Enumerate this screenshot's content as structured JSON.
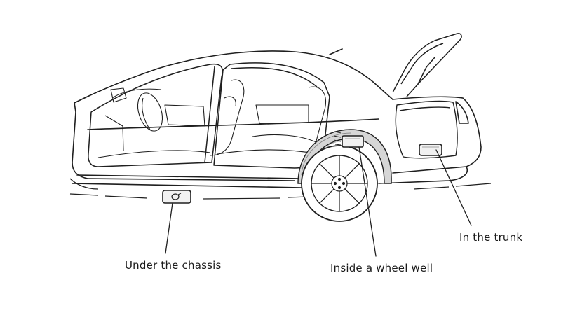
{
  "labels": {
    "chassis": "Under the chassis",
    "wheel_well": "Inside a wheel well",
    "trunk": "In the trunk"
  },
  "colors": {
    "line": "#1f1f1f",
    "shade": "#c9c9c9",
    "background": "#ffffff",
    "device_fill": "#f1f1f1"
  }
}
